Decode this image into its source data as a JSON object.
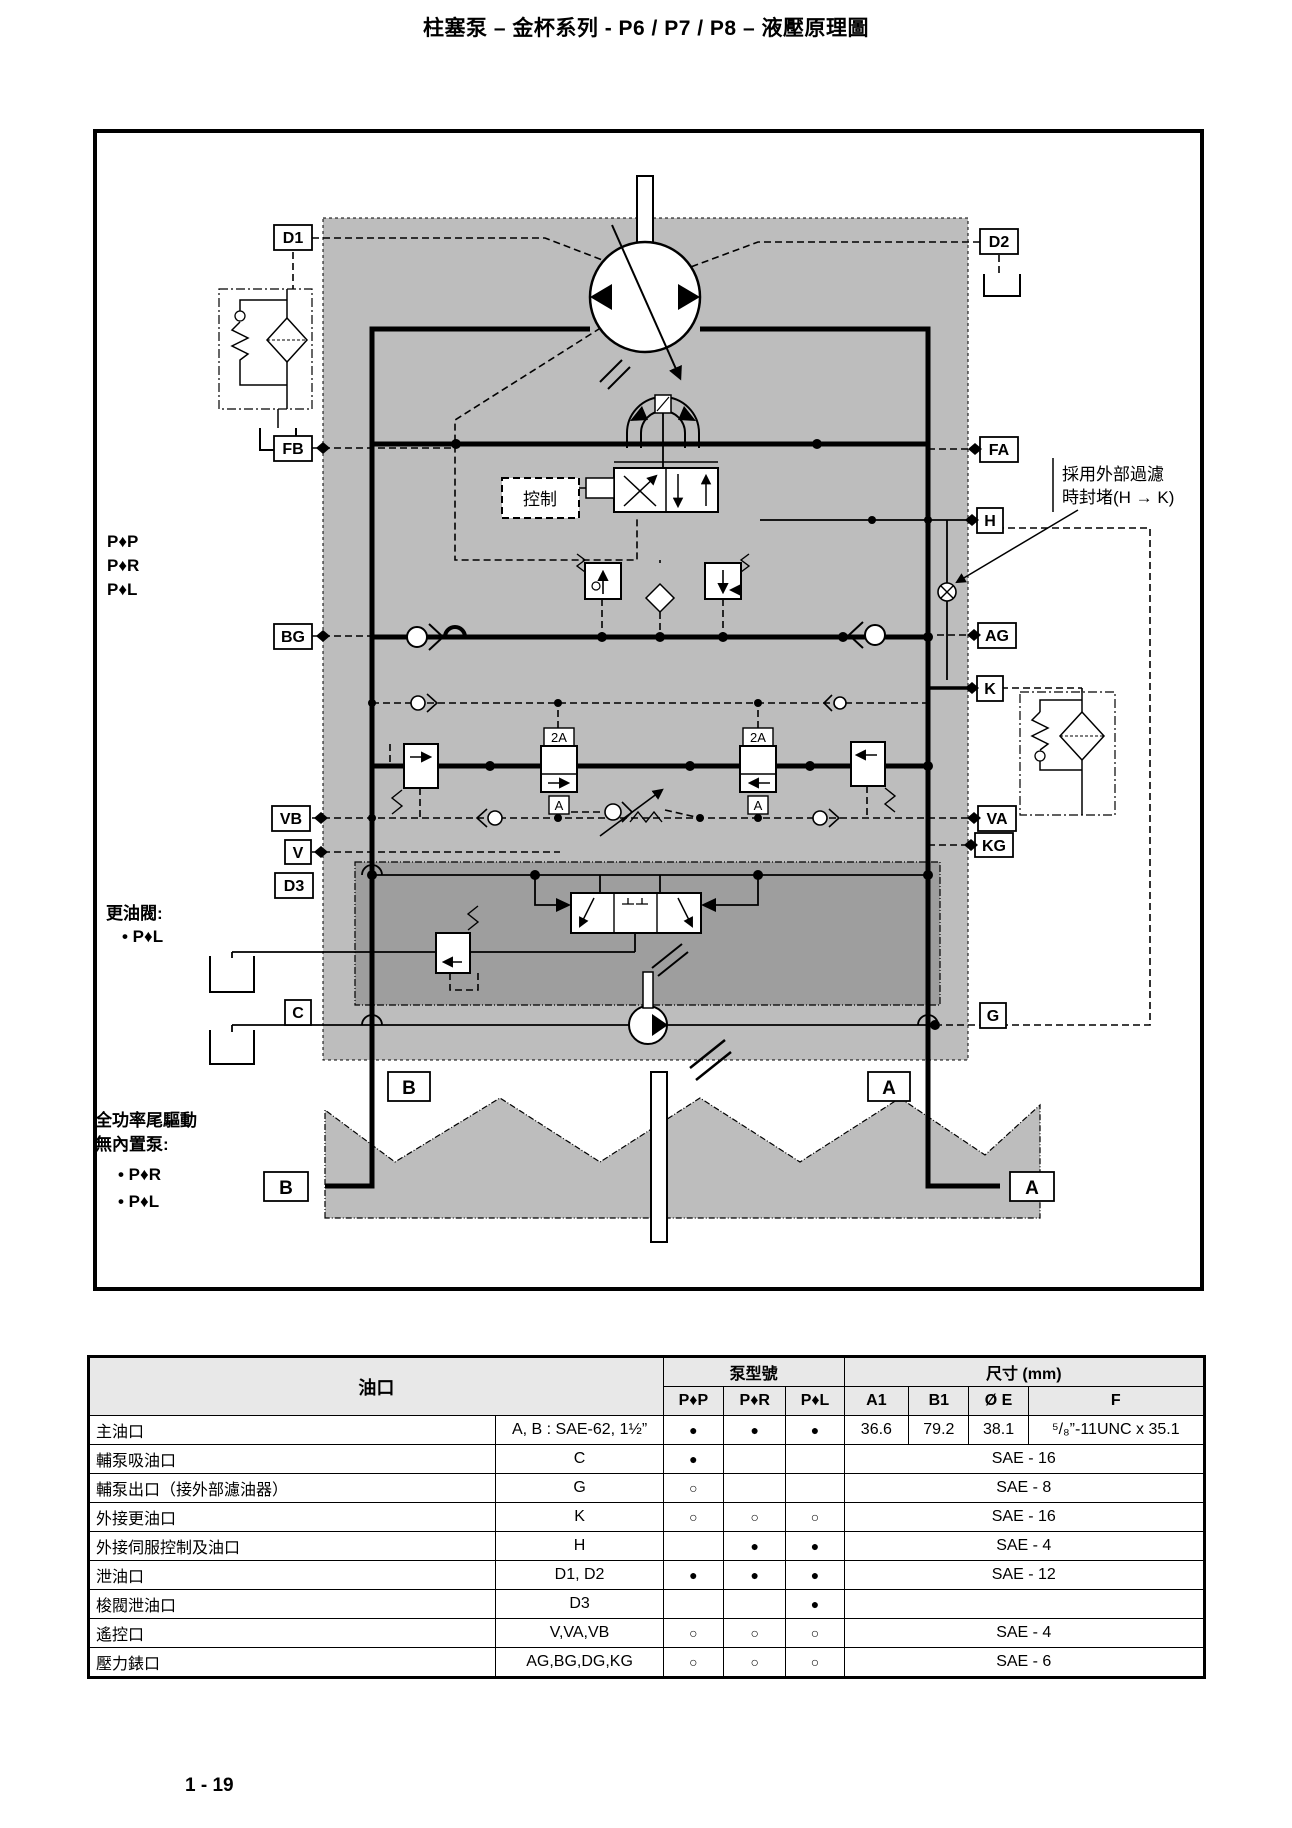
{
  "page": {
    "title": "柱塞泵 – 金杯系列 - P6 / P7 / P8 – 液壓原理圖",
    "page_number": "1 - 19"
  },
  "diagram": {
    "ports": {
      "d1": "D1",
      "d2": "D2",
      "fb": "FB",
      "fa": "FA",
      "h": "H",
      "bg": "BG",
      "ag": "AG",
      "k": "K",
      "vb": "VB",
      "va": "VA",
      "v": "V",
      "kg": "KG",
      "d3": "D3",
      "c": "C",
      "g": "G",
      "b_upper": "B",
      "a_upper": "A",
      "b_lower": "B",
      "a_lower": "A"
    },
    "control_box": "控制",
    "valve_labels": {
      "two_a": "2A",
      "a": "A"
    },
    "pump_variants": {
      "l1": "P♦P",
      "l2": "P♦R",
      "l3": "P♦L"
    },
    "flush_note": {
      "title": "更油閥:",
      "item1": "• P♦L"
    },
    "thru_drive_note": {
      "l1": "全功率尾驅動",
      "l2": "無內置泵:",
      "item1": "• P♦R",
      "item2": "• P♦L"
    },
    "filter_note": {
      "l1": "採用外部過濾",
      "l2": "時封堵(H → K)"
    }
  },
  "table": {
    "headers": {
      "ports": "油口",
      "pump_model": "泵型號",
      "size": "尺寸 (mm)",
      "pp": "P♦P",
      "pr": "P♦R",
      "pl": "P♦L",
      "a1": "A1",
      "b1": "B1",
      "e": "Ø E",
      "f": "F"
    },
    "rows": [
      {
        "name": "主油口",
        "port": "A, B : SAE-62, 1½”",
        "pp": "●",
        "pr": "●",
        "pl": "●",
        "a1": "36.6",
        "b1": "79.2",
        "e": "38.1",
        "f": "⁵/₈”-11UNC x 35.1"
      },
      {
        "name": "輔泵吸油口",
        "port": "C",
        "pp": "●",
        "pr": "",
        "pl": "",
        "size": "SAE - 16"
      },
      {
        "name": "輔泵出口（接外部濾油器）",
        "port": "G",
        "pp": "○",
        "pr": "",
        "pl": "",
        "size": "SAE - 8"
      },
      {
        "name": "外接更油口",
        "port": "K",
        "pp": "○",
        "pr": "○",
        "pl": "○",
        "size": "SAE - 16"
      },
      {
        "name": "外接伺服控制及油口",
        "port": "H",
        "pp": "",
        "pr": "●",
        "pl": "●",
        "size": "SAE - 4"
      },
      {
        "name": "泄油口",
        "port": "D1, D2",
        "pp": "●",
        "pr": "●",
        "pl": "●",
        "size": "SAE - 12"
      },
      {
        "name": "梭閥泄油口",
        "port": "D3",
        "pp": "",
        "pr": "",
        "pl": "●",
        "size": ""
      },
      {
        "name": "遙控口",
        "port": "V,VA,VB",
        "pp": "○",
        "pr": "○",
        "pl": "○",
        "size": "SAE - 4"
      },
      {
        "name": "壓力錶口",
        "port": "AG,BG,DG,KG",
        "pp": "○",
        "pr": "○",
        "pl": "○",
        "size": "SAE - 6"
      }
    ]
  }
}
